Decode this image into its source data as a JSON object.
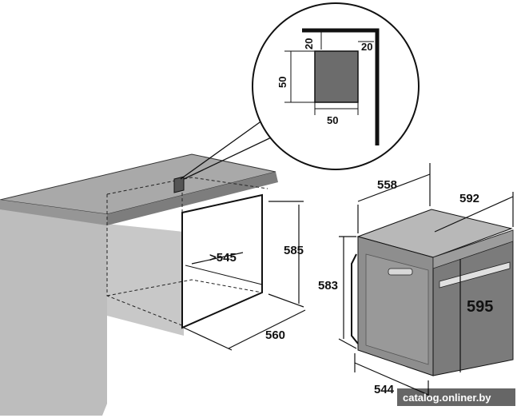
{
  "callout": {
    "vent_top_gap": "20",
    "vent_side_gap": "20",
    "vent_height": "50",
    "vent_width": "50"
  },
  "niche": {
    "min_depth": ">545",
    "height": "585",
    "width": "560"
  },
  "oven": {
    "depth": "558",
    "front_width": "592",
    "body_height": "583",
    "front_height": "595",
    "body_width": "544"
  },
  "watermark": "catalog.onliner.by",
  "colors": {
    "cabinet_side": "#bdbdbd",
    "countertop": "#a9a9a9",
    "oven_body": "#8e8e8e",
    "oven_front": "#7b7b7b",
    "vent_square": "#6c6c6c",
    "line": "#111111"
  }
}
